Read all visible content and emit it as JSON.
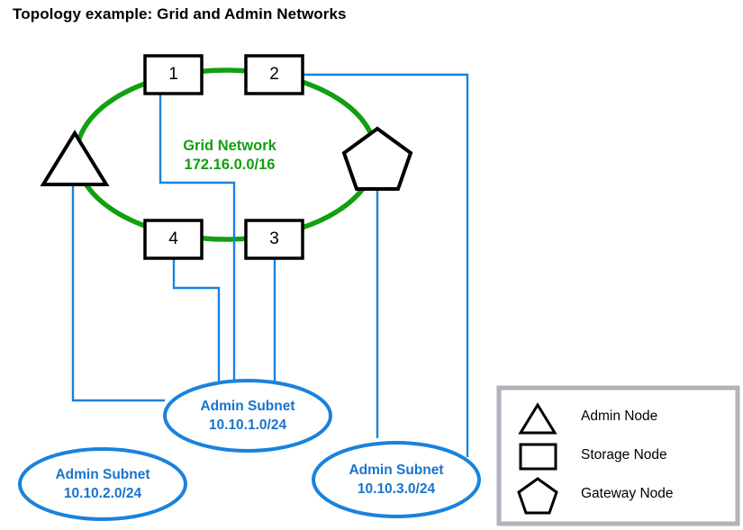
{
  "title": "Topology example: Grid and Admin Networks",
  "colors": {
    "grid_network": "#10a010",
    "admin_network": "#1a82dc",
    "node_outline": "#000000",
    "legend_border": "#b2b2bb",
    "background": "#ffffff"
  },
  "grid_network": {
    "name": "Grid Network",
    "cidr": "172.16.0.0/16"
  },
  "nodes": [
    {
      "id": "1",
      "type": "storage-node",
      "label": "1"
    },
    {
      "id": "2",
      "type": "storage-node",
      "label": "2"
    },
    {
      "id": "3",
      "type": "storage-node",
      "label": "3"
    },
    {
      "id": "4",
      "type": "storage-node",
      "label": "4"
    },
    {
      "id": "admin",
      "type": "admin-node",
      "label": ""
    },
    {
      "id": "gateway",
      "type": "gateway-node",
      "label": ""
    }
  ],
  "subnets": [
    {
      "id": "subnet-1",
      "name": "Admin Subnet",
      "cidr": "10.10.1.0/24"
    },
    {
      "id": "subnet-2",
      "name": "Admin Subnet",
      "cidr": "10.10.2.0/24"
    },
    {
      "id": "subnet-3",
      "name": "Admin Subnet",
      "cidr": "10.10.3.0/24"
    }
  ],
  "legend": {
    "items": [
      {
        "shape": "triangle",
        "label": "Admin Node"
      },
      {
        "shape": "rectangle",
        "label": "Storage Node"
      },
      {
        "shape": "pentagon",
        "label": "Gateway Node"
      }
    ]
  }
}
